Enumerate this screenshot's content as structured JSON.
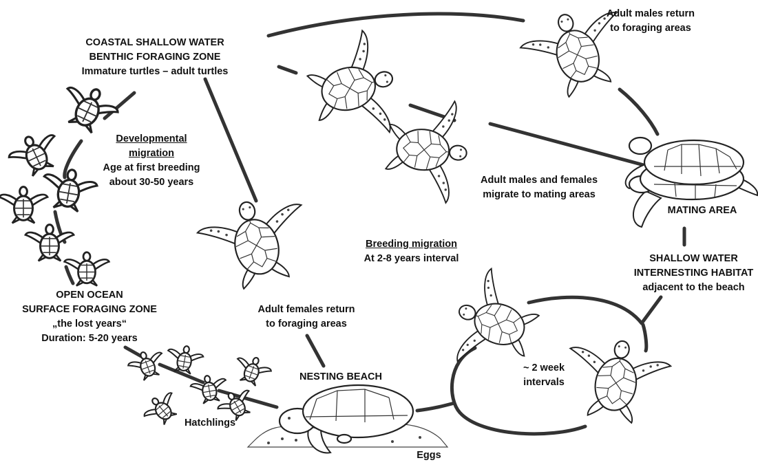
{
  "labels": {
    "coastal": [
      "COASTAL SHALLOW WATER",
      "BENTHIC FORAGING ZONE",
      "Immature turtles – adult turtles"
    ],
    "developmental": [
      "Developmental",
      "migration",
      "Age at first breeding",
      "about 30-50 years"
    ],
    "open_ocean": [
      "OPEN OCEAN",
      "SURFACE FORAGING ZONE",
      "„the lost years“",
      "Duration: 5-20 years"
    ],
    "hatchlings": "Hatchlings",
    "nesting_beach": "NESTING BEACH",
    "eggs": "Eggs",
    "females_return": [
      "Adult females return",
      "to foraging areas"
    ],
    "breeding_migration": [
      "Breeding migration",
      "At 2-8 years interval"
    ],
    "males_return": [
      "Adult males return",
      "to foraging areas"
    ],
    "migrate_mating": [
      "Adult males and females",
      "migrate to mating areas"
    ],
    "mating_area": "MATING AREA",
    "internesting": [
      "SHALLOW WATER",
      "INTERNESTING HABITAT",
      "adjacent to the beach"
    ],
    "interval": [
      "~ 2 week",
      "intervals"
    ]
  },
  "icons": {
    "turtle": "sea-turtle-icon",
    "hatchling": "hatchling-icon",
    "nesting": "nesting-turtle-icon",
    "mating": "mating-turtles-icon"
  },
  "colors": {
    "line": "#333333",
    "text": "#111111",
    "background": "#ffffff"
  }
}
